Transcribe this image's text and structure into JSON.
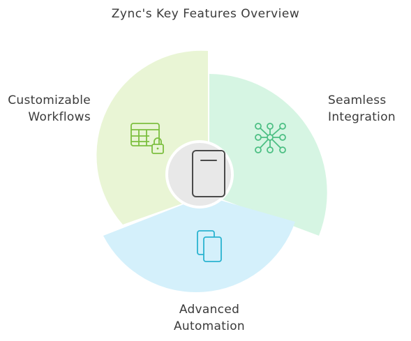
{
  "title": "Zync's Key Features Overview",
  "segments": [
    {
      "id": "customizable-workflows",
      "lines": [
        "Customizable",
        "Workflows"
      ],
      "fill": "#e9f5d5",
      "icon": "table-lock-icon",
      "icon_color": "#7cbf3f"
    },
    {
      "id": "seamless-integration",
      "lines": [
        "Seamless",
        "Integration"
      ],
      "fill": "#d6f5e3",
      "icon": "network-nodes-icon",
      "icon_color": "#4cbf83"
    },
    {
      "id": "advanced-automation",
      "lines": [
        "Advanced",
        "Automation"
      ],
      "fill": "#d4f0fb",
      "icon": "copy-documents-icon",
      "icon_color": "#2ab3d0"
    }
  ],
  "center": {
    "icon": "device-tablet-icon",
    "fill": "#e8e8e8",
    "icon_color": "#4a4a4a"
  }
}
